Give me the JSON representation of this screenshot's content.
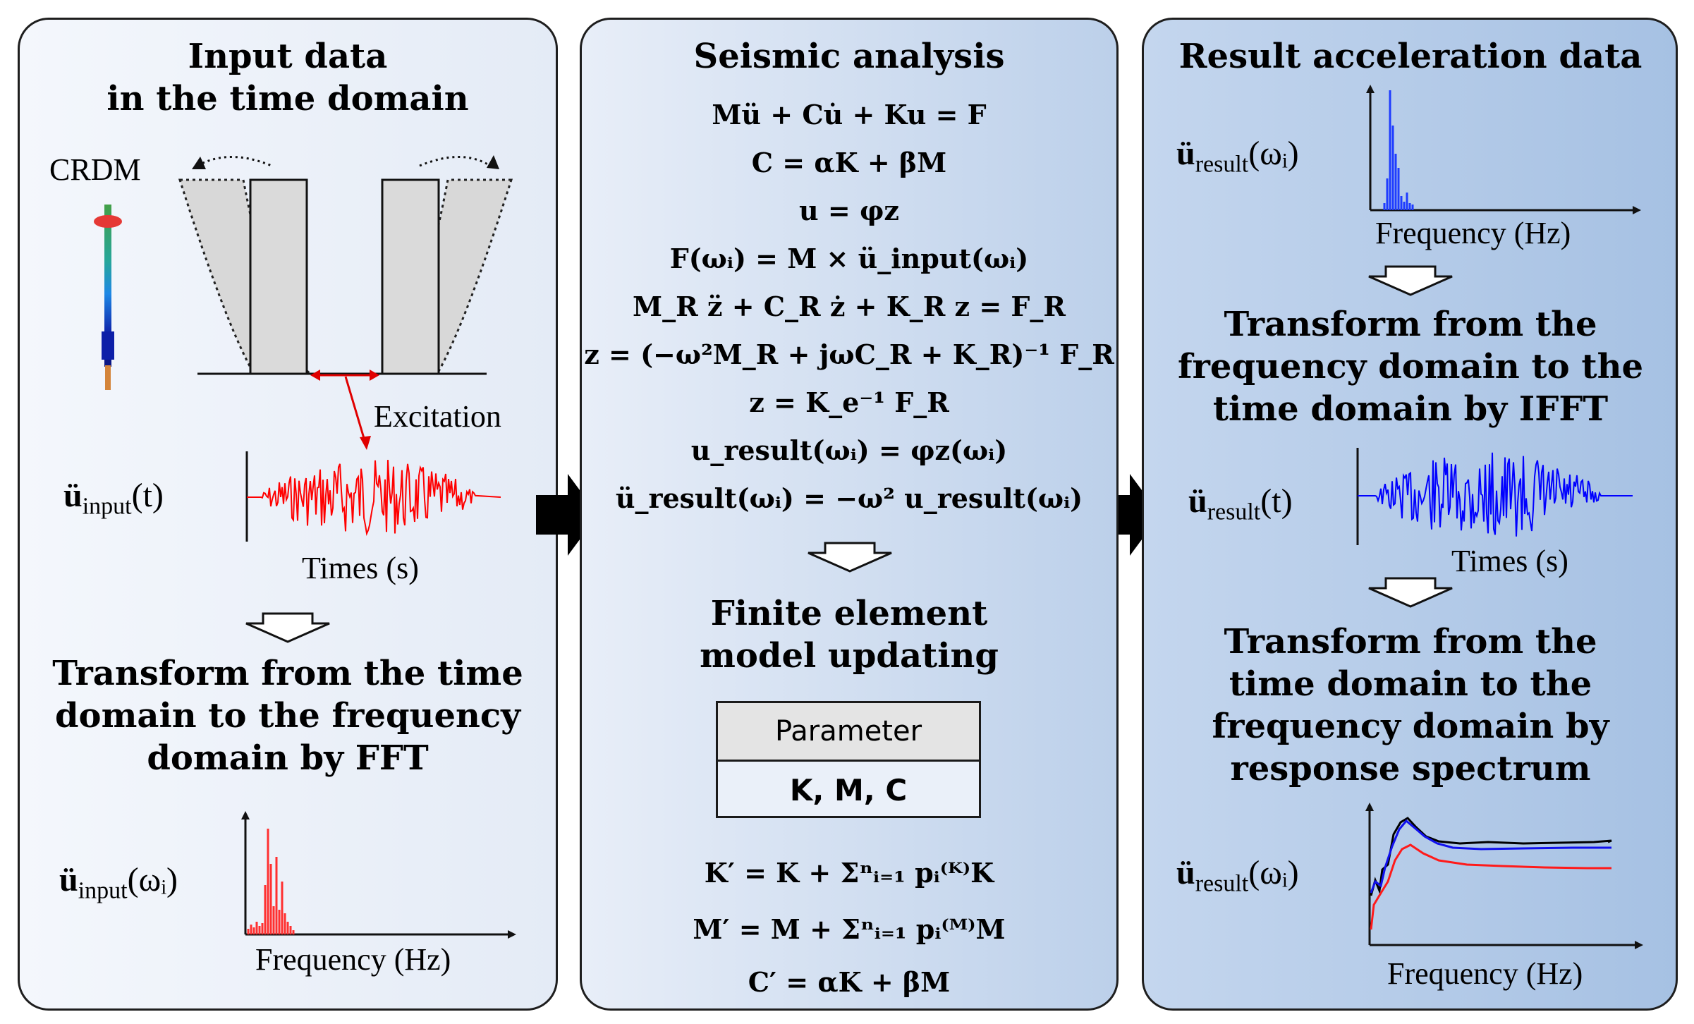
{
  "panels": {
    "input": {
      "title_line1": "Input data",
      "title_line2": "in the time domain",
      "crdm_label": "CRDM",
      "excitation_label": "Excitation",
      "time_signal_symbol": "ü",
      "time_signal_sub": "input",
      "time_signal_arg": "(t)",
      "time_axis_label": "Times (s)",
      "transform_line1": "Transform from the time",
      "transform_line2": "domain to the frequency",
      "transform_line3": "domain by FFT",
      "freq_signal_symbol": "ü",
      "freq_signal_sub": "input",
      "freq_signal_arg": "(ωᵢ)",
      "freq_axis_label": "Frequency (Hz)"
    },
    "analysis": {
      "title": "Seismic analysis",
      "equations": [
        "Mü + Cu̇ + Ku = F",
        "C = αK + βM",
        "u = φz",
        "F(ωᵢ) = M × ü_input(ωᵢ)",
        "M_R z̈ + C_R ż + K_R z = F_R",
        "z = (−ω²M_R + jωC_R + K_R)⁻¹ F_R",
        "z = K_e⁻¹ F_R",
        "u_result(ωᵢ) = φz(ωᵢ)",
        "ü_result(ωᵢ) = −ω² u_result(ωᵢ)"
      ],
      "update_title_line1": "Finite element",
      "update_title_line2": "model updating",
      "parameter_header": "Parameter",
      "parameter_values": "K, M, C",
      "updated_equations": [
        "K′ = K + Σⁿᵢ₌₁ pᵢ⁽ᴷ⁾K",
        "M′ = M + Σⁿᵢ₌₁ pᵢ⁽ᴹ⁾M",
        "C′ = αK + βM"
      ]
    },
    "result": {
      "title": "Result acceleration data",
      "freq_signal_symbol": "ü",
      "freq_signal_sub": "result",
      "freq_signal_arg": "(ωᵢ)",
      "freq_axis_label": "Frequency (Hz)",
      "ifft_line1": "Transform from the",
      "ifft_line2": "frequency domain to the",
      "ifft_line3": "time domain by IFFT",
      "time_signal_symbol": "ü",
      "time_signal_sub": "result",
      "time_signal_arg": "(t)",
      "time_axis_label": "Times (s)",
      "rs_line1": "Transform from the",
      "rs_line2": "time domain to the",
      "rs_line3": "frequency domain by",
      "rs_line4": "response spectrum",
      "spectrum_signal_symbol": "ü",
      "spectrum_signal_sub": "result",
      "spectrum_signal_arg": "(ωᵢ)",
      "spectrum_axis_label": "Frequency (Hz)"
    }
  },
  "colors": {
    "input_signal": "#ff0000",
    "result_signal": "#0000ff",
    "spectrum_black": "#000000",
    "spectrum_blue": "#1010ee",
    "spectrum_red": "#ff1a1a",
    "crdm_model": "#2e7d32"
  }
}
